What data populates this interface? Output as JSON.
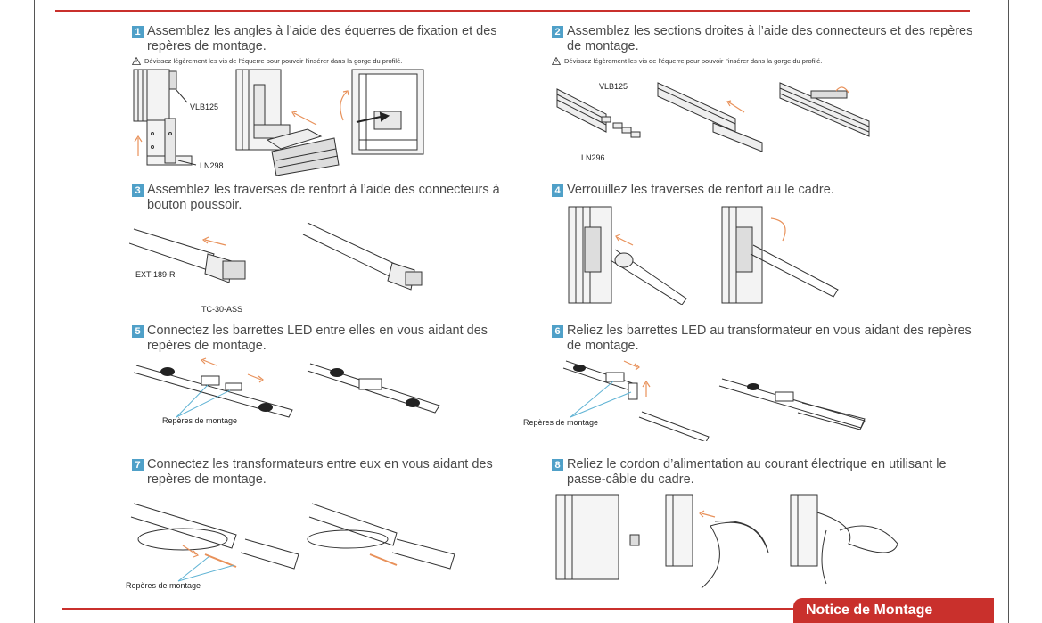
{
  "steps": [
    {
      "num": "1",
      "title": "Assemblez  les angles à l’aide des équerres de fixation et des repères de montage.",
      "warning": "Dévissez légèrement les vis de l’équerre pour pouvoir l’insérer dans la gorge du profilé.",
      "labels": [
        "VLB125",
        "LN298"
      ]
    },
    {
      "num": "2",
      "title": "Assemblez les sections droites à l’aide des connecteurs et des repères de montage.",
      "warning": "Dévissez légèrement les vis de l’équerre pour pouvoir l’insérer dans la gorge du profilé.",
      "labels": [
        "VLB125",
        "LN296"
      ]
    },
    {
      "num": "3",
      "title": "Assemblez les traverses de renfort à l’aide des connecteurs à bouton poussoir.",
      "labels": [
        "EXT-189-R",
        "TC-30-ASS"
      ]
    },
    {
      "num": "4",
      "title": "Verrouillez les traverses de renfort au le cadre."
    },
    {
      "num": "5",
      "title": "Connectez les barrettes LED entre elles en vous aidant des repères de montage.",
      "labels": [
        "Repères de montage"
      ]
    },
    {
      "num": "6",
      "title": "Reliez les barrettes LED au transformateur en vous aidant des repères de montage.",
      "labels": [
        "Repères de montage"
      ]
    },
    {
      "num": "7",
      "title": "Connectez les transformateurs entre eux en vous aidant des repères de montage.",
      "labels": [
        "Repères de montage"
      ]
    },
    {
      "num": "8",
      "title": "Reliez le cordon d’alimentation au courant électrique en utilisant le passe-câble du cadre."
    }
  ],
  "footer": {
    "title": "Notice de Montage"
  },
  "colors": {
    "accent": "#c9302c",
    "badge": "#4fa0c8",
    "arrow": "#e8915a"
  }
}
